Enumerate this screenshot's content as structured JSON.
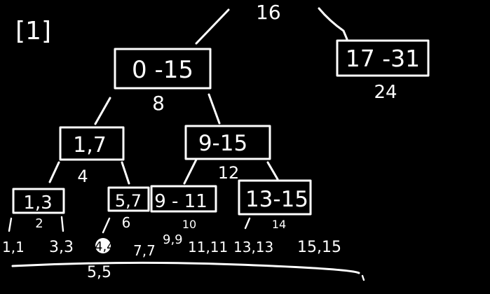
{
  "page_tag": "[1]",
  "root_value": "16",
  "nodes": {
    "n0_15": {
      "range": "0 -15",
      "mid": "8"
    },
    "n17_31": {
      "range": "17 -31",
      "mid": "24"
    },
    "n1_7": {
      "range": "1,7",
      "mid": "4"
    },
    "n9_15": {
      "range": "9-15",
      "mid": "12"
    },
    "n1_3": {
      "range": "1,3",
      "mid": "2"
    },
    "n5_7": {
      "range": "5,7",
      "mid": "6"
    },
    "n9_11": {
      "range": "9 - 11",
      "mid": "10"
    },
    "n13_15": {
      "range": "13-15",
      "mid": "14"
    }
  },
  "leaf_pairs": [
    "1,1",
    "3,3",
    "4,4",
    "7,7",
    "9,9",
    "11,11",
    "13,13",
    "15,15"
  ],
  "below_line": "5,5",
  "colors": {
    "background": "#000000",
    "ink": "#ffffff"
  }
}
